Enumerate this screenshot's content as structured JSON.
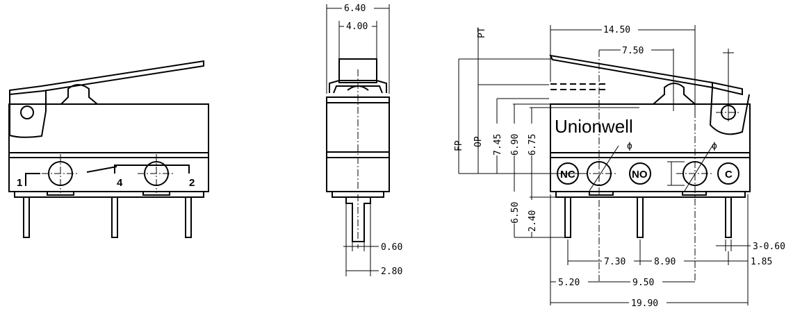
{
  "brand": "Unionwell",
  "side_view": {
    "pin_labels": [
      "1",
      "4",
      "2"
    ]
  },
  "front_view": {
    "dims": {
      "width_6_40": "6.40",
      "width_4_00": "4.00",
      "pin_0_60": "0.60",
      "pin_2_80": "2.80"
    }
  },
  "right_view": {
    "terminals": [
      "NC",
      "NO",
      "C"
    ],
    "phi": "ϕ",
    "dims": {
      "d_14_50": "14.50",
      "d_7_50": "7.50",
      "pt": "PT",
      "fp": "FP",
      "op": "OP",
      "d_7_45": "7.45",
      "d_6_90": "6.90",
      "d_6_75": "6.75",
      "d_6_50": "6.50",
      "d_2_40": "2.40",
      "d_3_0_60": "3-0.60",
      "d_7_30": "7.30",
      "d_8_90": "8.90",
      "d_1_85": "1.85",
      "d_5_20": "5.20",
      "d_9_50": "9.50",
      "d_19_90": "19.90"
    }
  }
}
